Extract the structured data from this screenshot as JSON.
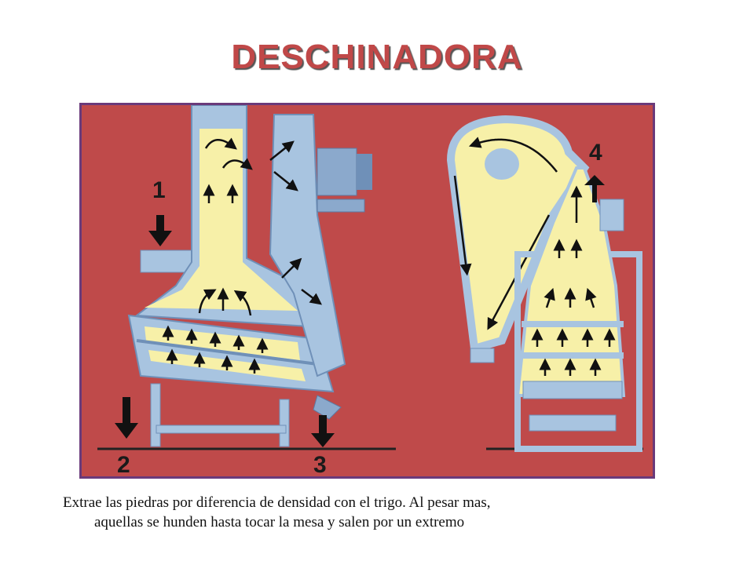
{
  "title": "DESCHINADORA",
  "figure": {
    "labels": [
      "1",
      "2",
      "3",
      "4"
    ]
  },
  "caption": {
    "line1": "Extrae las piedras por diferencia de densidad con el trigo. Al pesar mas,",
    "line2": "aquellas se hunden hasta tocar la mesa y salen por un extremo"
  },
  "colors": {
    "background": "#bf4a4a",
    "grain": "#f7f0a8",
    "machine": "#a8c4e0",
    "machine_dark": "#6f90b8",
    "title": "#c04848"
  }
}
